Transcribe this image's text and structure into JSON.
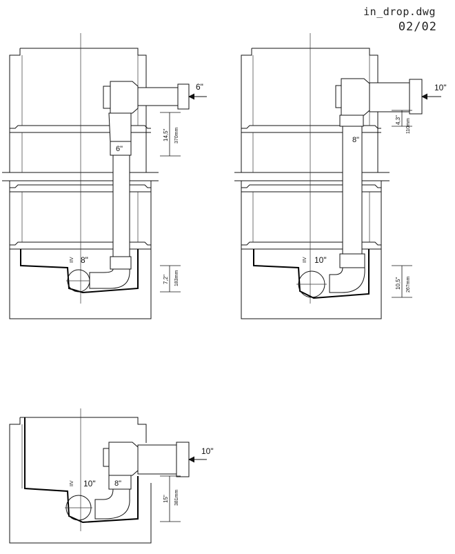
{
  "title_block": {
    "filename": "in_drop.dwg",
    "sheet": "02/02"
  },
  "details": [
    {
      "inlet_size": "6\"",
      "riser_size": "6\"",
      "outlet_size": "8\"",
      "outlet_tag": "IIV",
      "inlet_drop_dim": "14,5\"",
      "inlet_drop_mm": "370mm",
      "outlet_dim": "7,2\"",
      "outlet_dim_mm": "183mm"
    },
    {
      "inlet_size": "10\"",
      "riser_size": "8\"",
      "outlet_size": "10\"",
      "outlet_tag": "IIV",
      "inlet_drop_dim": "4,3\"",
      "inlet_drop_mm": "110mm",
      "outlet_dim": "10,5\"",
      "outlet_dim_mm": "267mm"
    },
    {
      "inlet_size": "10\"",
      "riser_size": "8\"",
      "outlet_size": "10\"",
      "outlet_tag": "IIV",
      "drop_dim": "15\"",
      "drop_mm": "381mm"
    }
  ]
}
